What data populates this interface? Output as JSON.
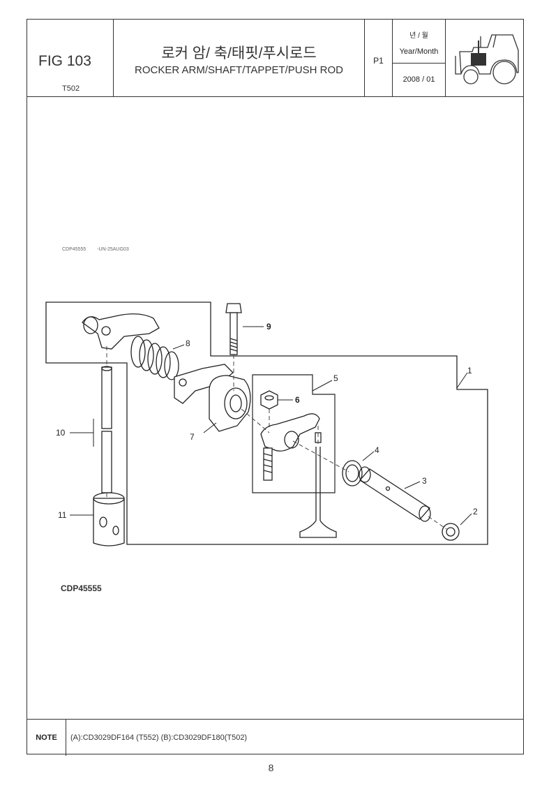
{
  "header": {
    "fig_no": "FIG 103",
    "model": "T502",
    "title_ko": "로커 암/ 축/태핏/푸시로드",
    "title_en": "ROCKER ARM/SHAFT/TAPPET/PUSH ROD",
    "page": "P1",
    "date_label_ko": "년 / 월",
    "date_label": "Year/Month",
    "date_value": "2008 / 01",
    "thumbnail_icon": "tractor-icon"
  },
  "diagram": {
    "ref_code": "CDP45555",
    "ref_stamp": "-UN-25AUG03",
    "caption": "CDP45555",
    "callouts": [
      {
        "id": "1",
        "label": "1"
      },
      {
        "id": "2",
        "label": "2"
      },
      {
        "id": "3",
        "label": "3"
      },
      {
        "id": "4",
        "label": "4"
      },
      {
        "id": "5",
        "label": "5"
      },
      {
        "id": "6",
        "label": "6"
      },
      {
        "id": "7",
        "label": "7"
      },
      {
        "id": "8",
        "label": "8"
      },
      {
        "id": "9",
        "label": "9"
      },
      {
        "id": "10",
        "label": "10"
      },
      {
        "id": "11",
        "label": "11"
      }
    ]
  },
  "note": {
    "label": "NOTE",
    "text": "(A):CD3029DF164 (T552)  (B):CD3029DF180(T502)"
  },
  "page_number": "8"
}
